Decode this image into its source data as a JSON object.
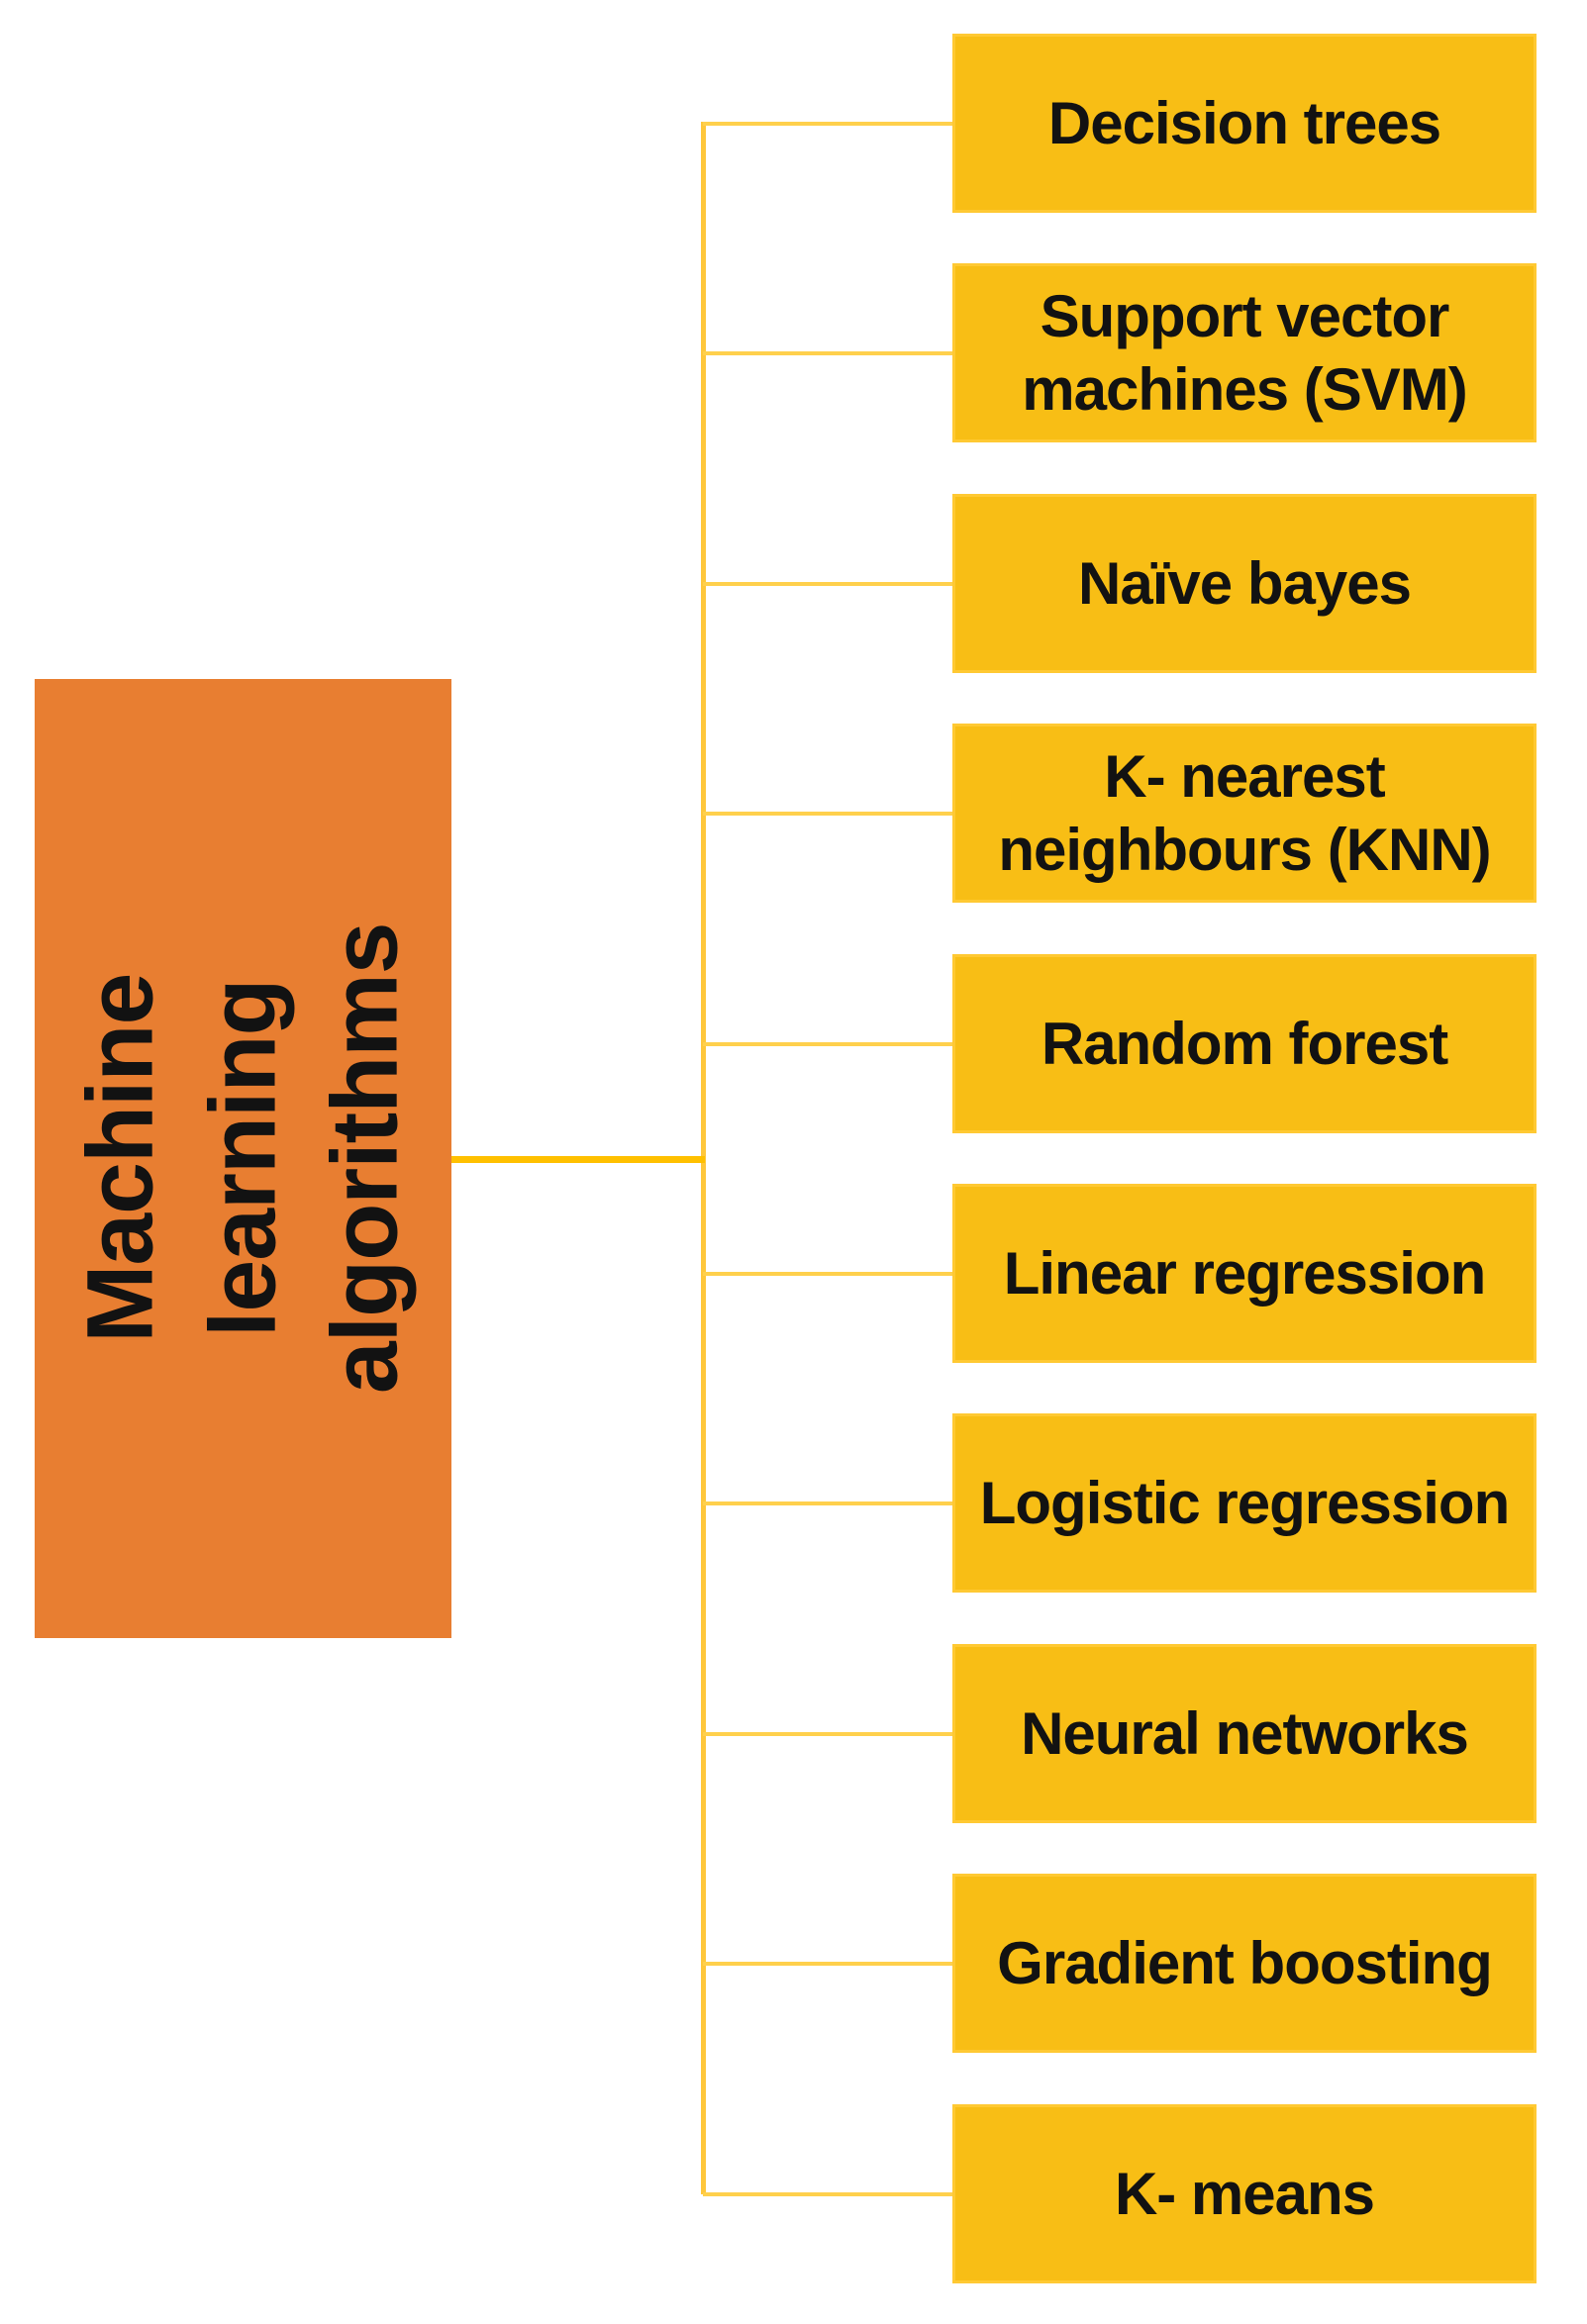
{
  "root": {
    "label": "Machine learning\nalgorithms"
  },
  "nodes": [
    {
      "label": "Decision trees"
    },
    {
      "label": "Support vector\nmachines (SVM)"
    },
    {
      "label": "Naïve bayes"
    },
    {
      "label": "K- nearest\nneighbours (KNN)"
    },
    {
      "label": "Random forest"
    },
    {
      "label": "Linear regression"
    },
    {
      "label": "Logistic regression"
    },
    {
      "label": "Neural networks"
    },
    {
      "label": "Gradient boosting"
    },
    {
      "label": "K- means"
    }
  ],
  "colors": {
    "background": "#FFFFFF",
    "root_fill": "#E87E31",
    "node_fill": "#F8BE15",
    "node_border": "#FFC933",
    "connector_main": "#FFC000",
    "connector_branch": "#FFC73B",
    "connector_stub": "#FFD04C",
    "text": "#121212"
  }
}
